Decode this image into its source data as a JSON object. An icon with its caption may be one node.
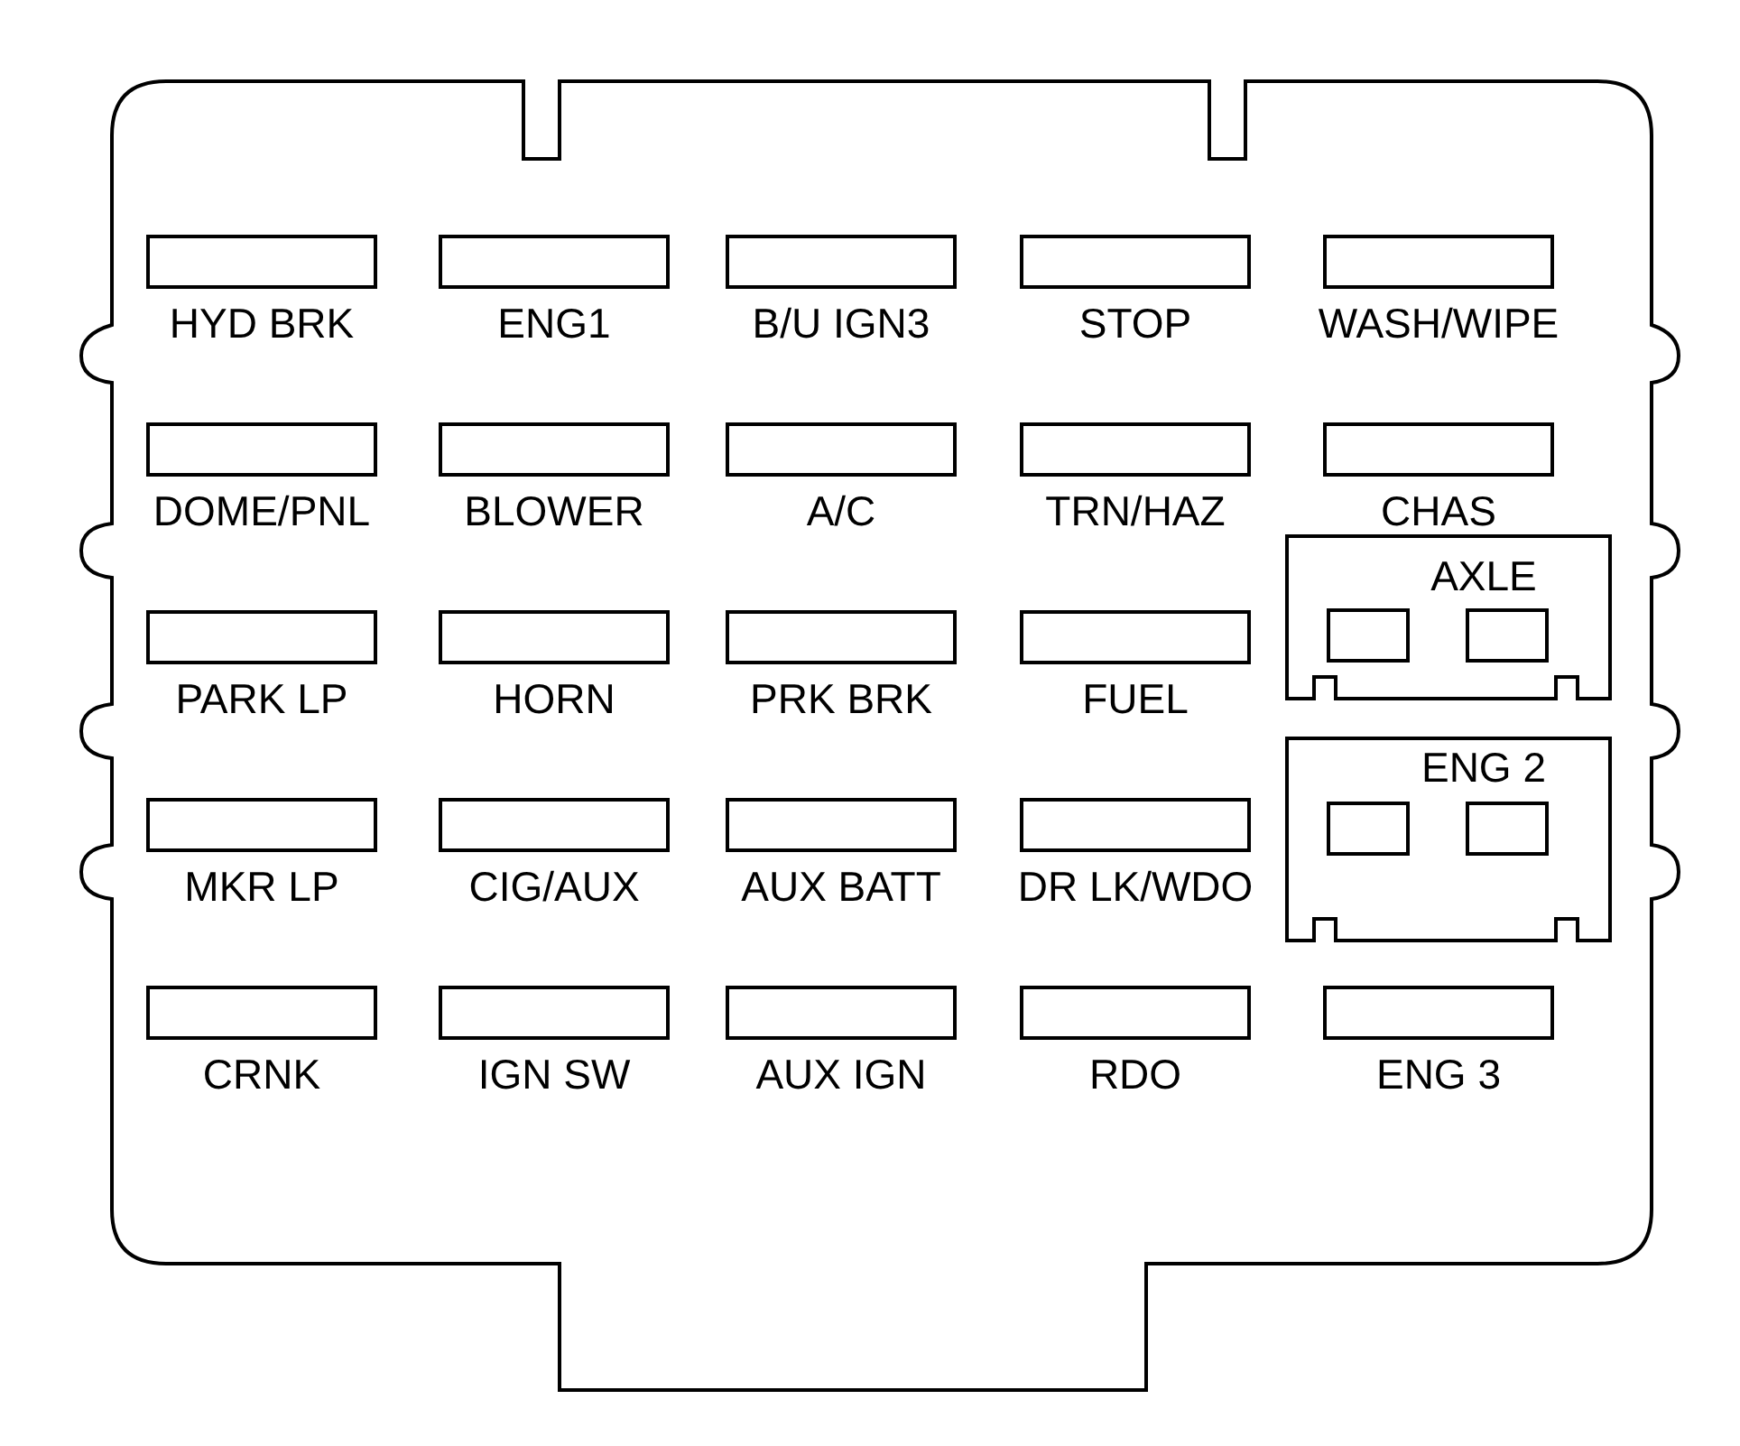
{
  "diagram": {
    "nodes": [
      {
        "text": [
          "HYD BRK"
        ]
      },
      {
        "text": [
          "ENG1"
        ]
      },
      {
        "text": [
          "B/U IGN3"
        ]
      },
      {
        "text": [
          "STOP"
        ]
      },
      {
        "text": [
          "WASH/WIPE"
        ]
      },
      {
        "text": [
          "DOME/PNL"
        ]
      },
      {
        "text": [
          "BLOWER"
        ]
      },
      {
        "text": [
          "A/C"
        ]
      },
      {
        "text": [
          "TRN/HAZ"
        ]
      },
      {
        "text": [
          "CHAS"
        ]
      },
      {
        "text": [
          "AXLE"
        ]
      },
      {
        "text": [],
        "shape": "box",
        "in": 10
      },
      {
        "text": [],
        "shape": "box",
        "in": 10
      },
      {
        "text": [
          "PARK LP"
        ]
      },
      {
        "text": [
          "HORN"
        ]
      },
      {
        "text": [
          "PRK BRK"
        ]
      },
      {
        "text": [
          "FUEL"
        ]
      },
      {
        "text": [
          "ENG 2"
        ]
      },
      {
        "text": [],
        "shape": "box",
        "in": 17
      },
      {
        "text": [],
        "shape": "box",
        "in": 17
      },
      {
        "text": [
          "MKR LP"
        ]
      },
      {
        "text": [
          "CIG/AUX"
        ]
      },
      {
        "text": [
          "AUX BATT"
        ]
      },
      {
        "text": [
          "DR LK/WDO"
        ]
      },
      {
        "text": [
          "CRNK"
        ]
      },
      {
        "text": [
          "IGN SW"
        ]
      },
      {
        "text": [
          "AUX IGN"
        ]
      },
      {
        "text": [
          "RDO"
        ]
      },
      {
        "text": [
          "ENG 3"
        ]
      }
    ]
  }
}
